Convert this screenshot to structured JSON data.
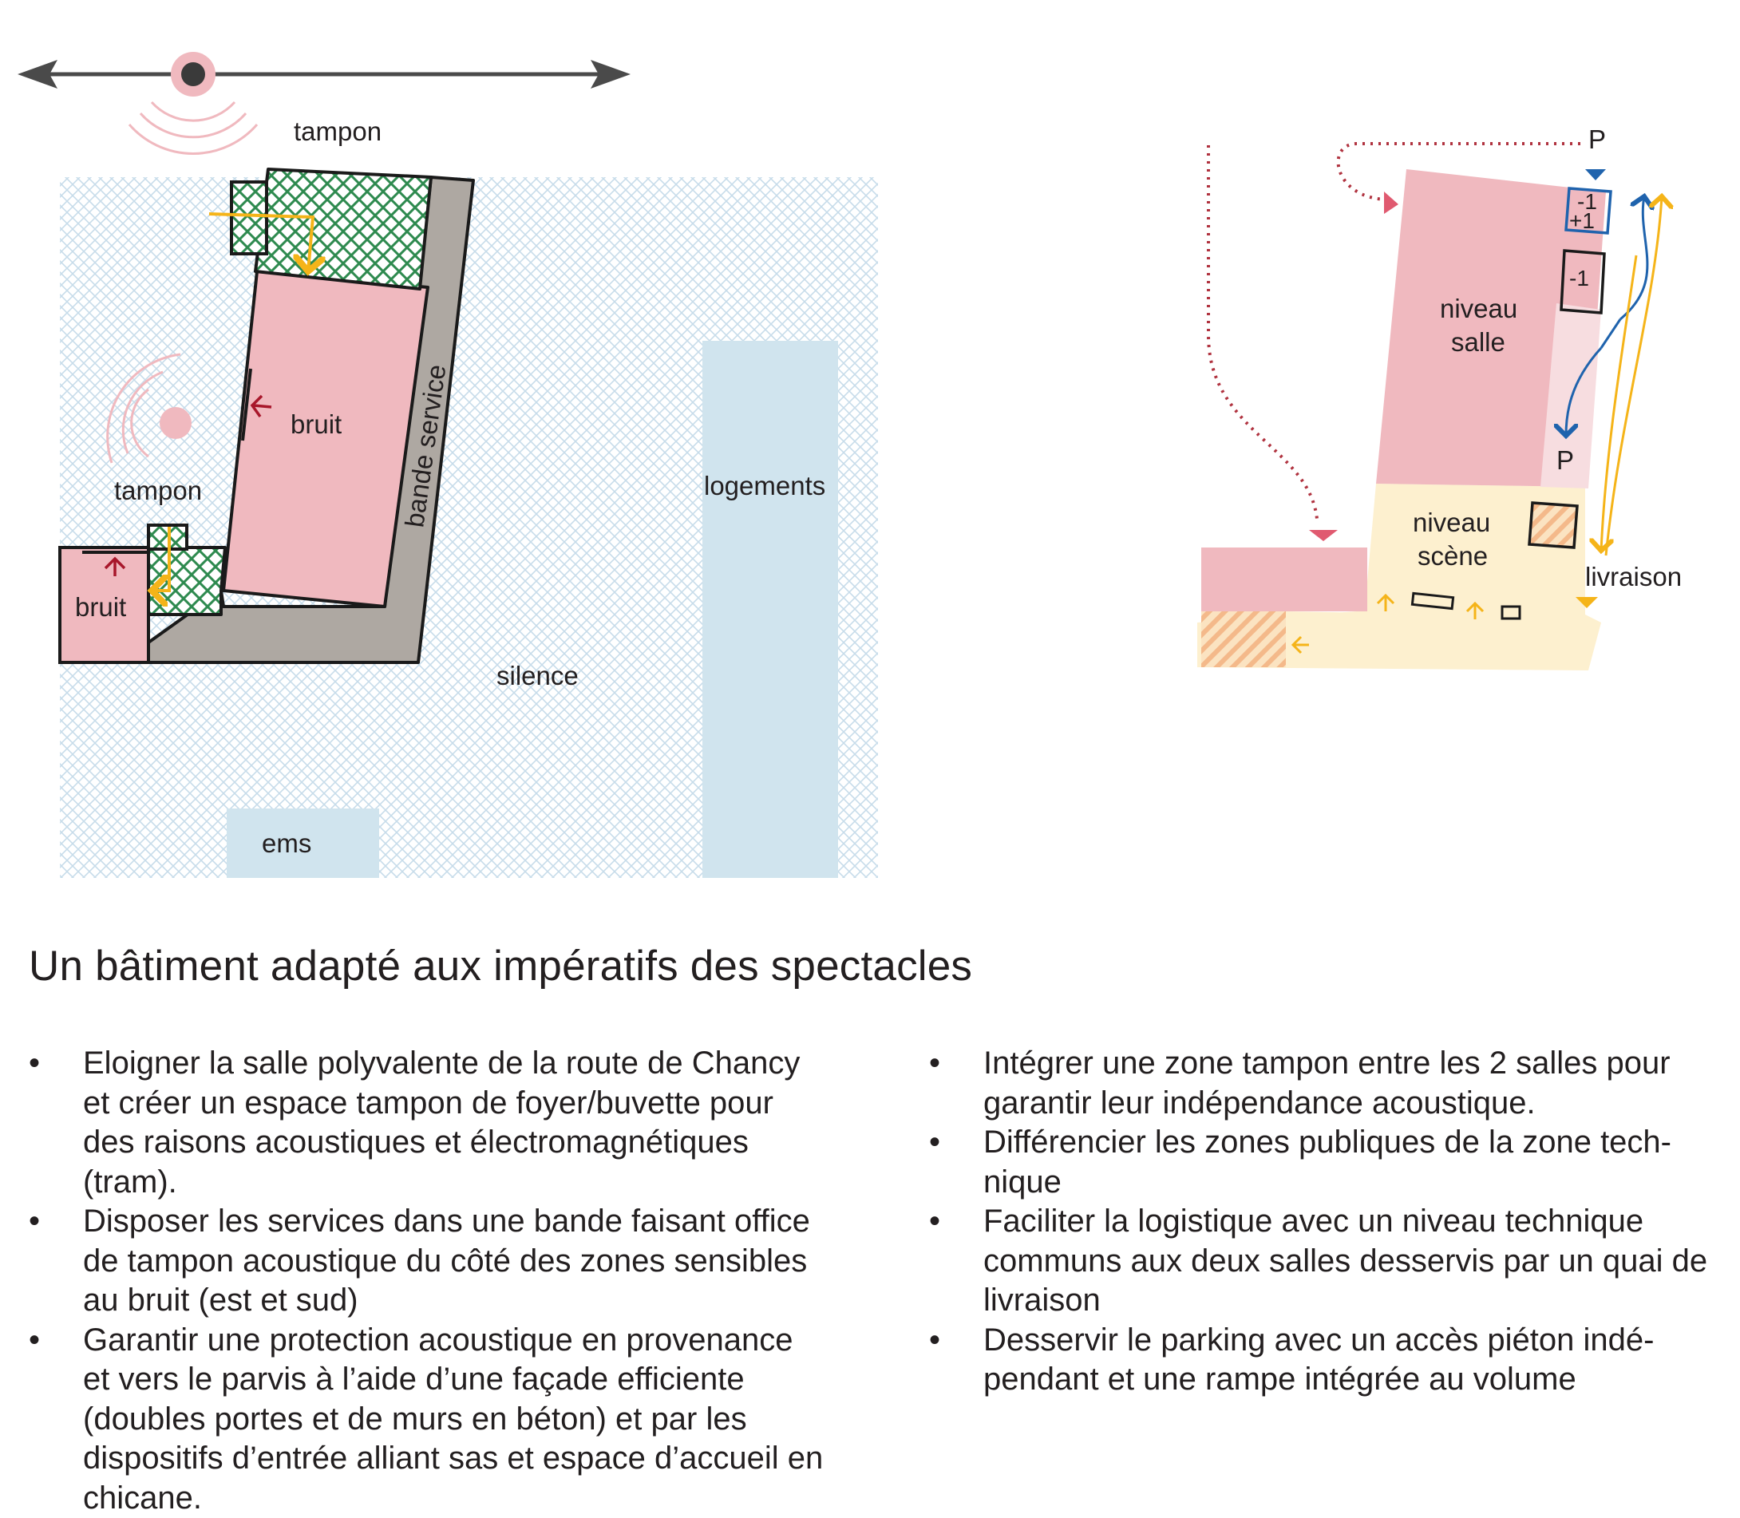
{
  "diagram_left": {
    "labels": {
      "tampon_top": "tampon",
      "tampon_left": "tampon",
      "bruit_main": "bruit",
      "bruit_small": "bruit",
      "bande_service": "bande service",
      "logements": "logements",
      "silence": "silence",
      "ems": "ems"
    },
    "colors": {
      "pink": "#f0b9bf",
      "grey": "#aea8a2",
      "green_hatch": "#2e8a4f",
      "blue_hatch": "#c7dcea",
      "light_blue": "#d0e4ee",
      "yellow": "#f5b419",
      "dark_red": "#a8172b"
    }
  },
  "diagram_right": {
    "labels": {
      "p_top": "P",
      "p_inner": "P",
      "box_minus1_plus1_a": "-1",
      "box_minus1_plus1_b": "+1",
      "box_minus1": "-1",
      "niveau_salle_1": "niveau",
      "niveau_salle_2": "salle",
      "niveau_scene_1": "niveau",
      "niveau_scene_2": "scène",
      "livraison": "livraison"
    },
    "colors": {
      "pink": "#f0b9bf",
      "light_pink": "#f7dde0",
      "cream": "#fdf0cf",
      "blue": "#1f63ad",
      "yellow": "#f5b419",
      "dotted_red": "#b0323f"
    }
  },
  "section": {
    "title": "Un bâtiment adapté aux impératifs des spectacles",
    "bullet": "•",
    "left_items": [
      "Eloigner la salle polyvalente de la route de Chancy et créer un espace tampon de foyer/buvette pour des raisons acoustiques et électromagnétiques (tram).",
      "Disposer les services dans une bande faisant office de tampon acoustique du côté des zones sensibles au bruit (est et sud)",
      "Garantir une protection acoustique en provenance et vers le parvis à l’aide d’une façade efficiente (doubles portes et de murs en béton) et par les dispositifs d’entrée alliant sas et espace d’accueil en chicane."
    ],
    "right_items": [
      "Intégrer une zone tampon entre les 2 salles pour garantir leur indépendance acoustique.",
      "Différencier les zones publiques de la zone tech-nique",
      "Faciliter la logistique avec un niveau technique communs aux deux salles desservis par un quai de livraison",
      "Desservir le parking avec un accès piéton indé-pendant et une rampe intégrée au volume"
    ]
  }
}
